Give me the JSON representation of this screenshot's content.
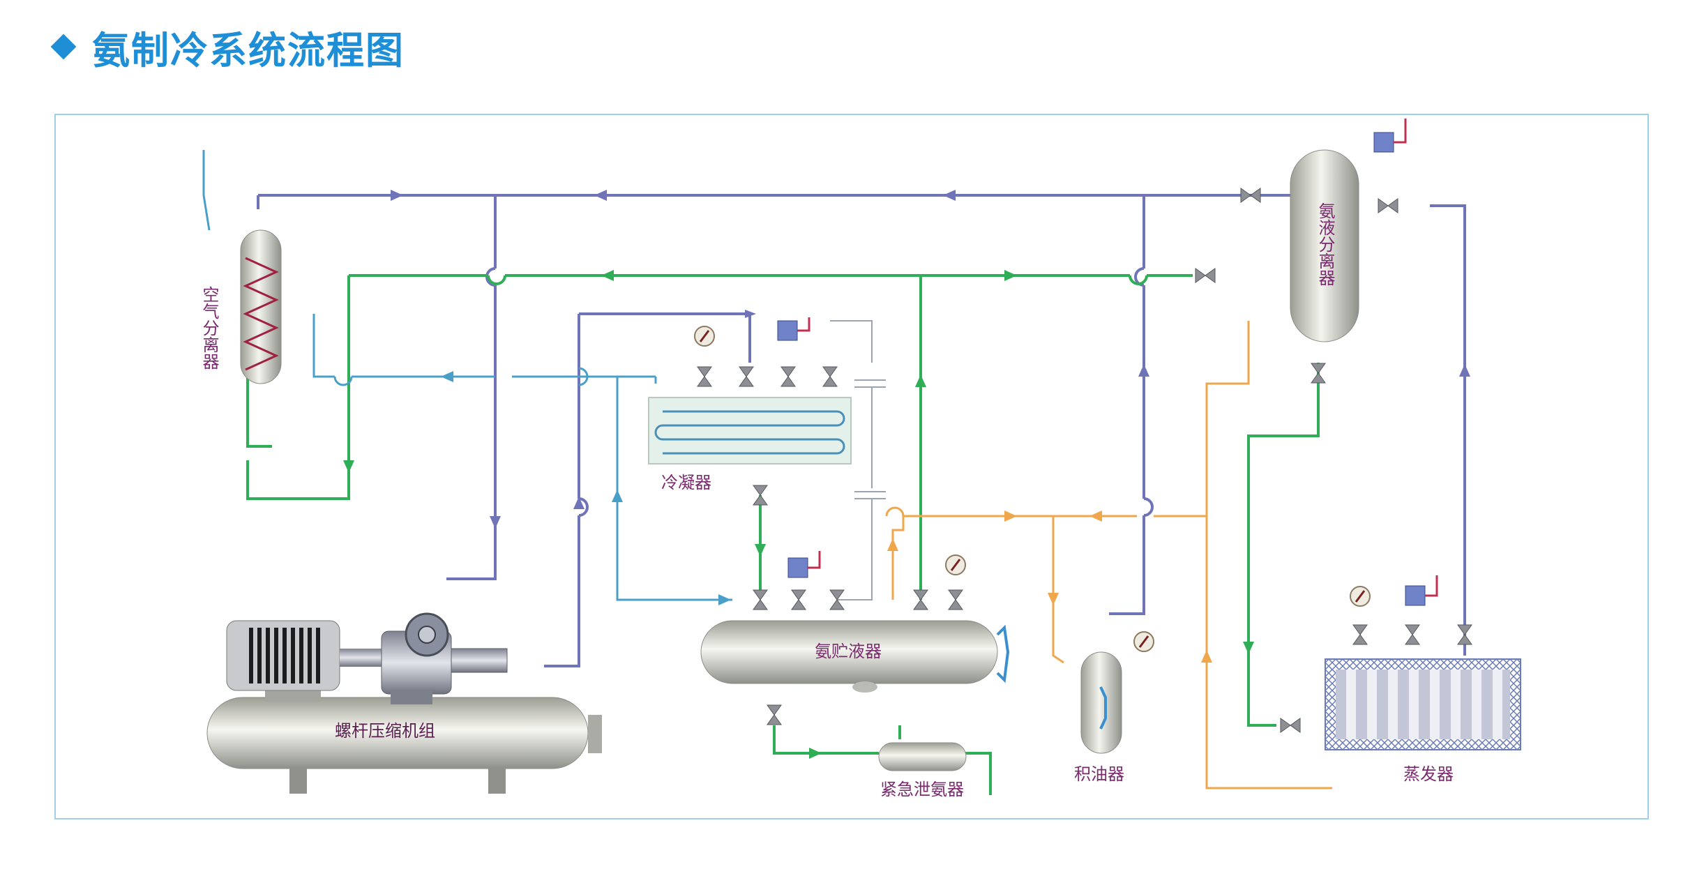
{
  "title": "氨制冷系统流程图",
  "labels": {
    "air_separator": "空气分离器",
    "ammonia_separator": "氨液分离器",
    "condenser": "冷凝器",
    "receiver": "氨贮液器",
    "compressor": "螺杆压缩机组",
    "emergency": "紧急泄氨器",
    "oil_collector": "积油器",
    "evaporator": "蒸发器"
  },
  "colors": {
    "accent": "#1e8fd6",
    "suction_line": "#6f73b8",
    "liquid_line": "#2fae57",
    "cooling_water": "#4a9fc9",
    "oil_line": "#f0a64a",
    "label": "#7a2a6e"
  }
}
